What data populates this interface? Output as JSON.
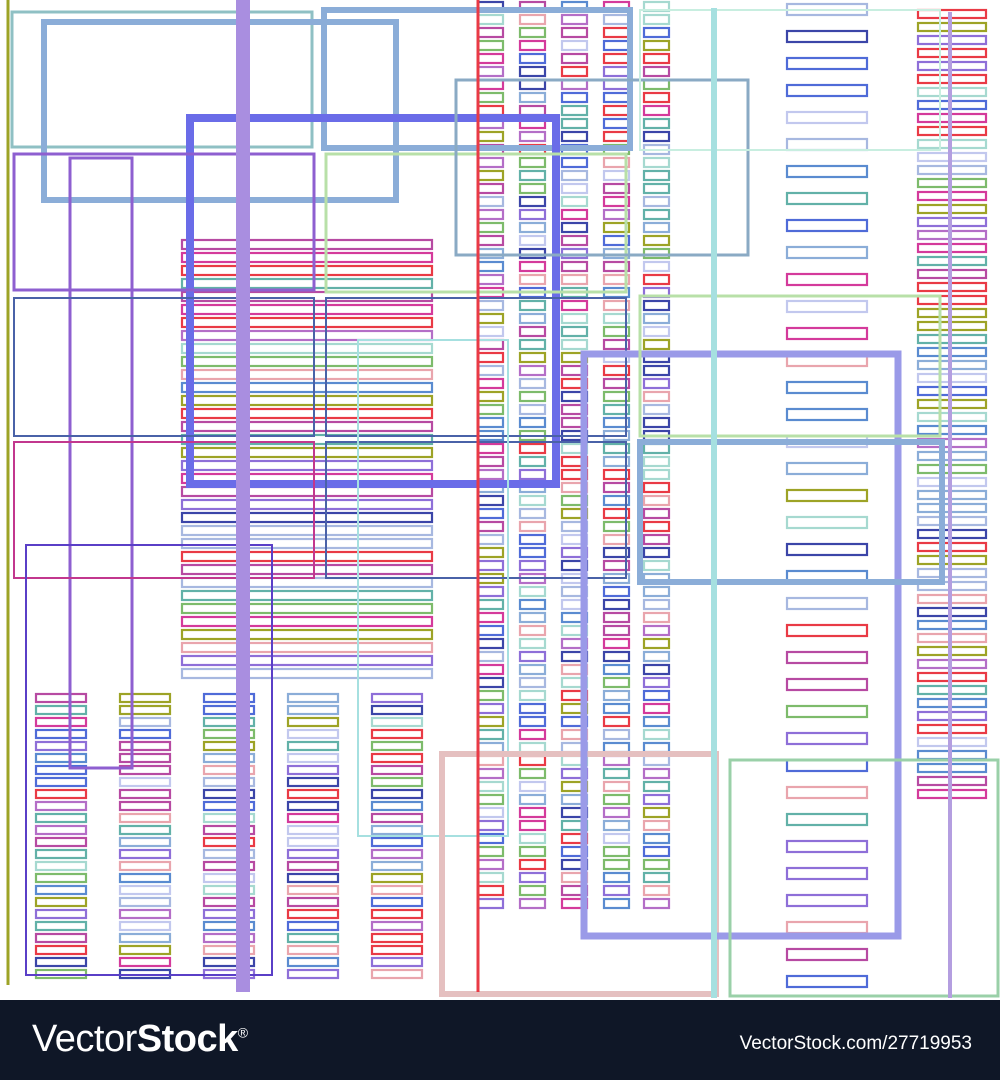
{
  "artwork": {
    "palette": [
      "#3b45a8",
      "#e93a45",
      "#8e6fd8",
      "#62b1a8",
      "#e9a5ad",
      "#4f6bd8",
      "#7dbb6b",
      "#b74aa2",
      "#d43a9b",
      "#a6d9d0",
      "#9da326",
      "#8badd8",
      "#5a8bd0",
      "#c2c8ee",
      "#b46ec7",
      "#a7b8e0"
    ]
  },
  "footer": {
    "logo_light": "Vector",
    "logo_bold": "Stock",
    "logo_mark": "®",
    "caption_domain": "VectorStock.com/",
    "caption_id": "27719953"
  }
}
